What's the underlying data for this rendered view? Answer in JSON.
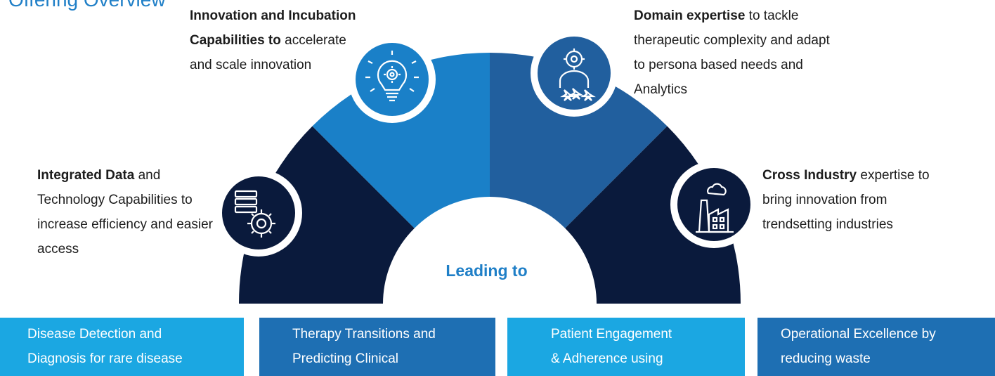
{
  "header": {
    "title": "Offering Overview"
  },
  "diagram": {
    "center_label": "Leading to",
    "capabilities": [
      {
        "icon": "server-gear-icon",
        "bold": "Integrated Data",
        "text": " and Technology Capabilities to increase efficiency and easier access"
      },
      {
        "icon": "lightbulb-gear-icon",
        "bold": "Innovation and Incubation Capabilities to",
        "text": " accelerate and scale innovation"
      },
      {
        "icon": "person-gear-stars-icon",
        "bold": "Domain expertise",
        "text": " to tackle therapeutic complexity and adapt to persona based needs and Analytics"
      },
      {
        "icon": "factory-building-icon",
        "bold": "Cross Industry",
        "text": " expertise to bring innovation from trendsetting industries"
      }
    ],
    "colors": {
      "dark_navy": "#0a1a3c",
      "mid_blue": "#1a80c8",
      "steel_blue": "#215f9e",
      "accent": "#1f7fc7"
    }
  },
  "outcomes": [
    {
      "line1": "Disease Detection and",
      "line2": "Diagnosis for rare disease"
    },
    {
      "line1": "Therapy Transitions and",
      "line2": "Predicting Clinical"
    },
    {
      "line1": "Patient Engagement",
      "line2": "& Adherence using"
    },
    {
      "line1": "Operational Excellence by",
      "line2": "reducing waste"
    }
  ]
}
